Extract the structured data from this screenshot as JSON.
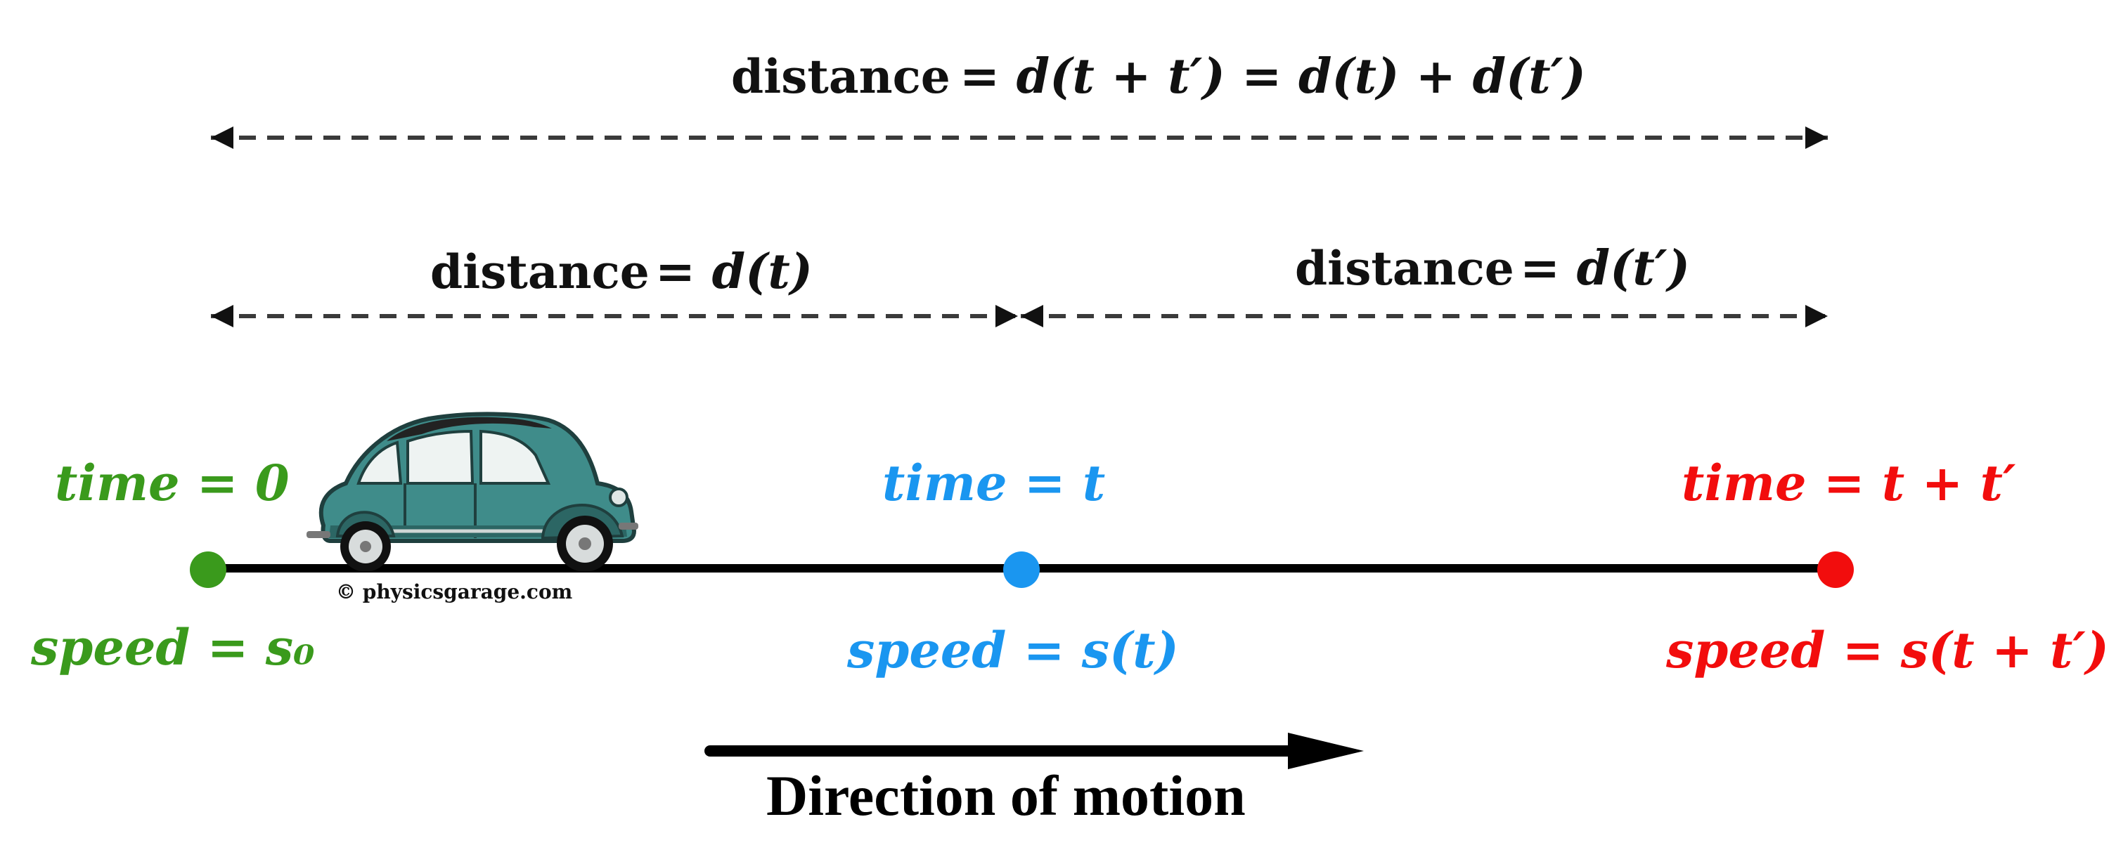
{
  "colors": {
    "start": "#3a9a1c",
    "middle": "#1a96f0",
    "end": "#f20d0d",
    "line": "#000000",
    "dashed": "#3a3a3a",
    "car_body": "#3f8c8a",
    "car_body_dark": "#2c6664"
  },
  "top_label": {
    "word": "distance",
    "expr": "= d(t + t′) = d(t) + d(t′)"
  },
  "left_label": {
    "word": "distance",
    "expr": "= d(t)"
  },
  "right_label": {
    "word": "distance",
    "expr": "= d(t′)"
  },
  "points": [
    {
      "id": "start",
      "time": "time = 0",
      "speed": "speed = s₀"
    },
    {
      "id": "middle",
      "time": "time = t",
      "speed": "speed = s(t)"
    },
    {
      "id": "end",
      "time": "time = t + t′",
      "speed": "speed = s(t + t′)"
    }
  ],
  "copyright": "© physicsgarage.com",
  "direction_label": "Direction of motion",
  "icons": {
    "car": "car-icon",
    "arrow": "direction-arrow-icon"
  }
}
